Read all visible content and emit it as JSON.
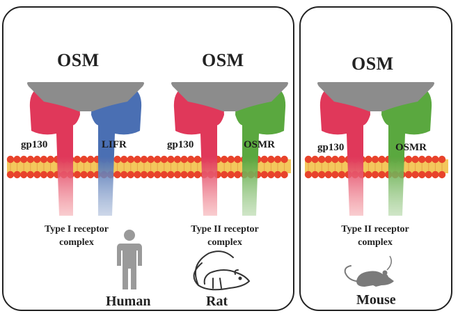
{
  "panels": [
    {
      "ligand": "OSM",
      "left_receptor": "gp130",
      "right_receptor": "LIFR",
      "right_color": "#4a6fb3",
      "type_line1": "Type I receptor",
      "type_line2": "complex",
      "species": "Human"
    },
    {
      "ligand": "OSM",
      "left_receptor": "gp130",
      "right_receptor": "OSMR",
      "right_color": "#5aa83f",
      "type_line1": "Type II receptor",
      "type_line2": "complex",
      "species": "Rat"
    },
    {
      "ligand": "OSM",
      "left_receptor": "gp130",
      "right_receptor": "OSMR",
      "right_color": "#5aa83f",
      "type_line1": "Type II receptor",
      "type_line2": "complex",
      "species": "Mouse"
    }
  ],
  "colors": {
    "gp130": "#e0385a",
    "ligand_cap": "#8c8c8c",
    "membrane": "#e8432b",
    "membrane_core": "#f2c14a"
  },
  "icons": [
    "human-icon",
    "rat-icon",
    "mouse-icon"
  ]
}
